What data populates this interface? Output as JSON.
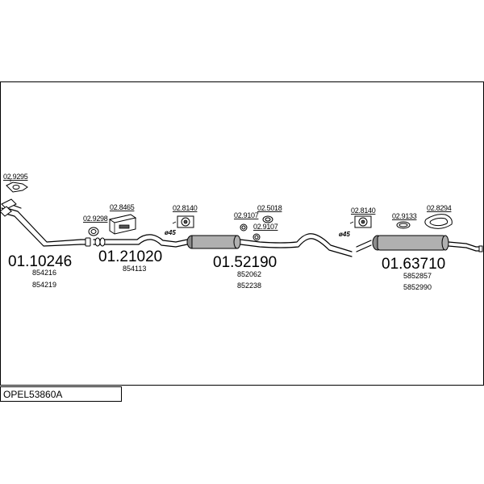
{
  "diagram_title": "OPEL53860A",
  "sections": [
    {
      "code": "01.10246",
      "refs": [
        "854216",
        "854219"
      ]
    },
    {
      "code": "01.21020",
      "refs": [
        "854113"
      ]
    },
    {
      "code": "01.52190",
      "refs": [
        "852062",
        "852238"
      ]
    },
    {
      "code": "01.63710",
      "refs": [
        "5852857",
        "5852990"
      ]
    }
  ],
  "accessories": [
    {
      "code": "02.9295",
      "icon": "gasket-icon"
    },
    {
      "code": "02.9298",
      "icon": "clamp-ring-icon"
    },
    {
      "code": "02.8465",
      "icon": "mounting-kit-box-icon"
    },
    {
      "code": "02.8140",
      "icon": "rubber-mount-icon"
    },
    {
      "code": "02.9107",
      "icon": "clamp-icon"
    },
    {
      "code": "02.5018",
      "icon": "hanger-icon"
    },
    {
      "code": "02.9107",
      "icon": "clamp-icon"
    },
    {
      "code": "02.8140",
      "icon": "rubber-mount-icon"
    },
    {
      "code": "02.9133",
      "icon": "clamp-ring-icon"
    },
    {
      "code": "02.8294",
      "icon": "rubber-ring-icon"
    }
  ],
  "pipe_diameters": [
    "ø45",
    "ø45"
  ],
  "colors": {
    "muffler": "#b0b0b0",
    "line": "#000000",
    "background": "#ffffff"
  }
}
